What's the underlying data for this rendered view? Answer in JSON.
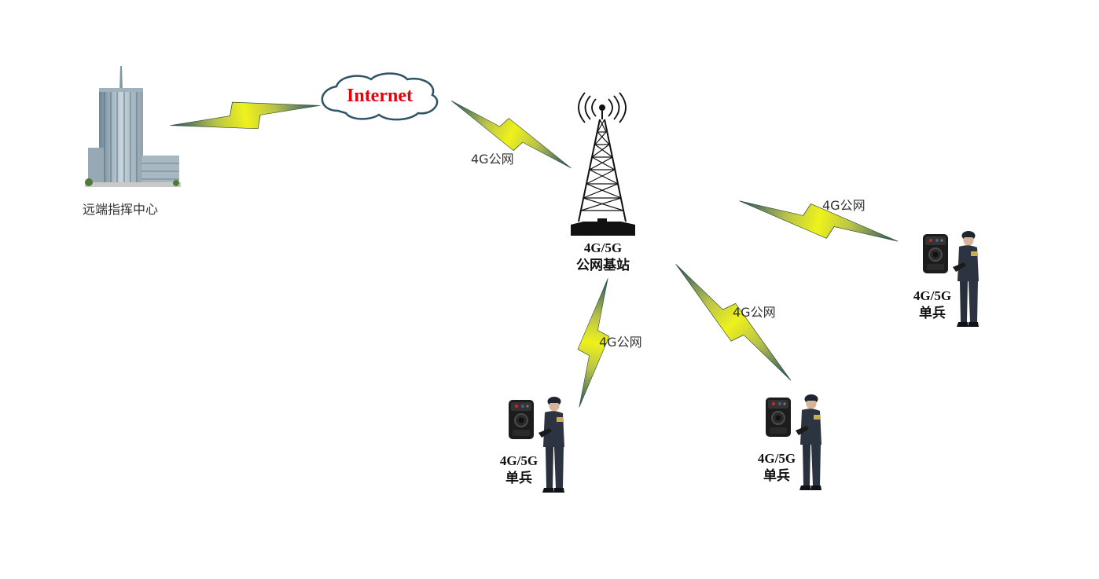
{
  "command_center": {
    "label": "远端指挥中心"
  },
  "cloud": {
    "label": "Internet",
    "color": "#e8000b"
  },
  "base_station": {
    "line1": "4G/5G",
    "line2": "公网基站"
  },
  "links": [
    {
      "label": "4G公网"
    },
    {
      "label": "4G公网"
    },
    {
      "label": "4G公网"
    },
    {
      "label": "4G公网"
    }
  ],
  "soldiers": [
    {
      "line1": "4G/5G",
      "line2": "单兵"
    },
    {
      "line1": "4G/5G",
      "line2": "单兵"
    },
    {
      "line1": "4G/5G",
      "line2": "单兵"
    }
  ],
  "colors": {
    "bolt_fill": "#e8ef1c",
    "bolt_dark": "#1f4d6b",
    "uniform": "#2b3440",
    "tower": "#111111"
  },
  "icons": [
    "building-icon",
    "cloud-icon",
    "cell-tower-icon",
    "lightning-link-icon",
    "body-camera-icon",
    "soldier-icon"
  ]
}
